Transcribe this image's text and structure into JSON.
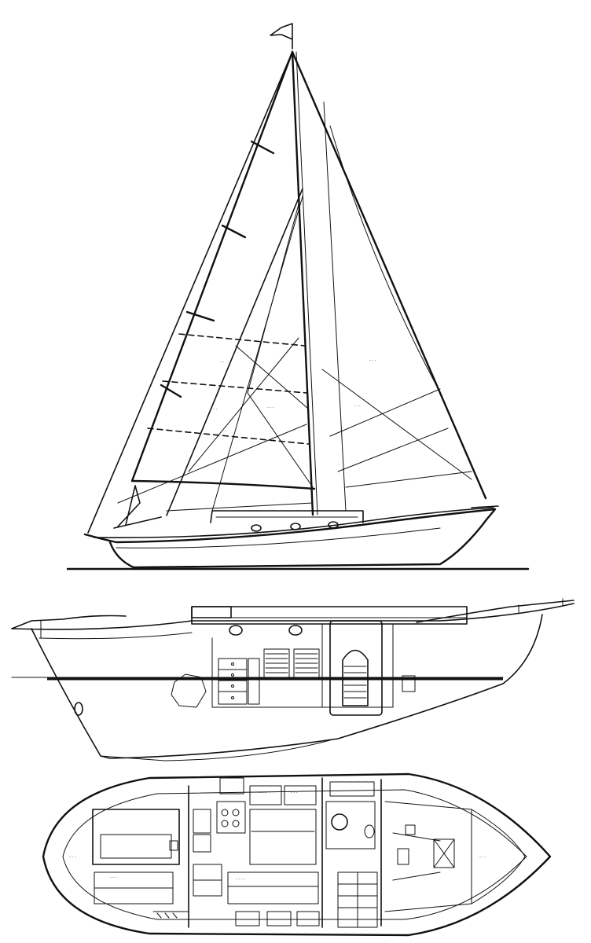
{
  "drawing": {
    "views": [
      "sail-plan",
      "inboard-profile",
      "accommodation-plan"
    ],
    "ink_color": "#111111",
    "paper_color": "#ffffff"
  }
}
